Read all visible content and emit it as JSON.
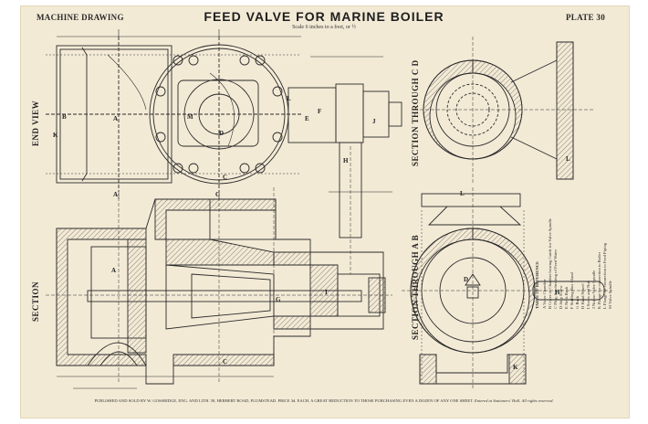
{
  "header": {
    "left": "MACHINE DRAWING",
    "title": "FEED VALVE FOR MARINE BOILER",
    "plate": "PLATE 30",
    "scale": "Scale 6 inches to a foot, or ½"
  },
  "view_labels": {
    "end_view": "END VIEW",
    "section": "SECTION",
    "section_cd": "SECTION THROUGH C D",
    "section_ab": "SECTION THROUGH A B"
  },
  "reference_table": {
    "title": "TABLE OF REFERENCE",
    "items": [
      "A Valve Chamber",
      "B Cover of Chamber bearing Guide for Valve Spindle",
      "C Plug, for checking of Feed Water",
      "D Stop Screw",
      "E Neck Bush",
      "F Stuffing Box Gland",
      "G Bush",
      "H Hand Wheel",
      "I Screw and Nut",
      "J Nut on Valve Spindle",
      "K Flange for connection to Boiler",
      "L Flange for connection to Feed Piping",
      "M Valve Spindle"
    ]
  },
  "callouts": [
    "A",
    "B",
    "C",
    "D",
    "E",
    "F",
    "G",
    "H",
    "I",
    "J",
    "K",
    "L",
    "M"
  ],
  "footer": {
    "text": "PUBLISHED AND SOLD BY W. GOSSRIDGE, ENG. AND LITH. 58, HERBERT ROAD, PLUMSTEAD. PRICE 3d. EACH. A GREAT REDUCTION TO THOSE PURCHASING EVEN A DOZEN OF ANY ONE SHEET.",
    "italic": "Entered at Stationers' Hall.    All rights reserved."
  },
  "colors": {
    "paper": "#f3ead6",
    "ink": "#2b2b2b",
    "hatch": "#6a6258"
  }
}
